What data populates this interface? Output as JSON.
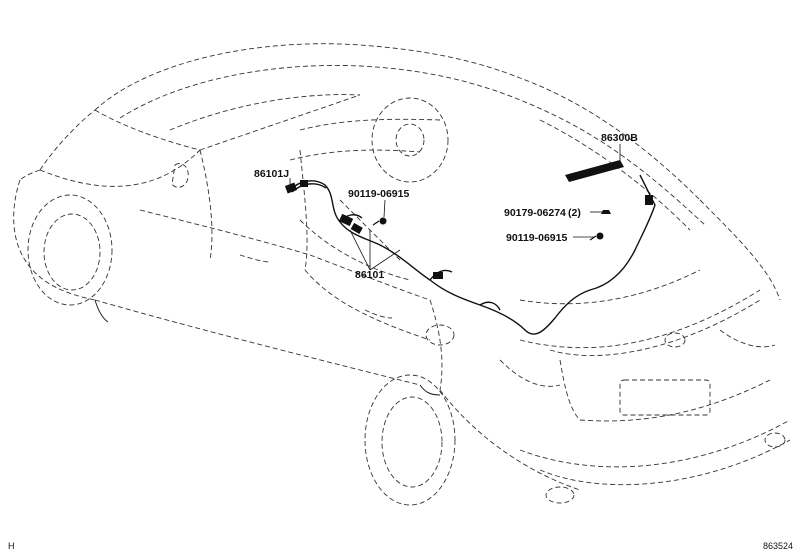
{
  "labels": {
    "p86101J": "86101J",
    "p90119_a": "90119-06915",
    "p86101": "86101",
    "p86300B": "86300B",
    "p90179": "90179-06274",
    "p90179_qty": "(2)",
    "p90119_b": "90119-06915"
  },
  "footer": {
    "left_code": "H",
    "figure_number": "863524"
  }
}
